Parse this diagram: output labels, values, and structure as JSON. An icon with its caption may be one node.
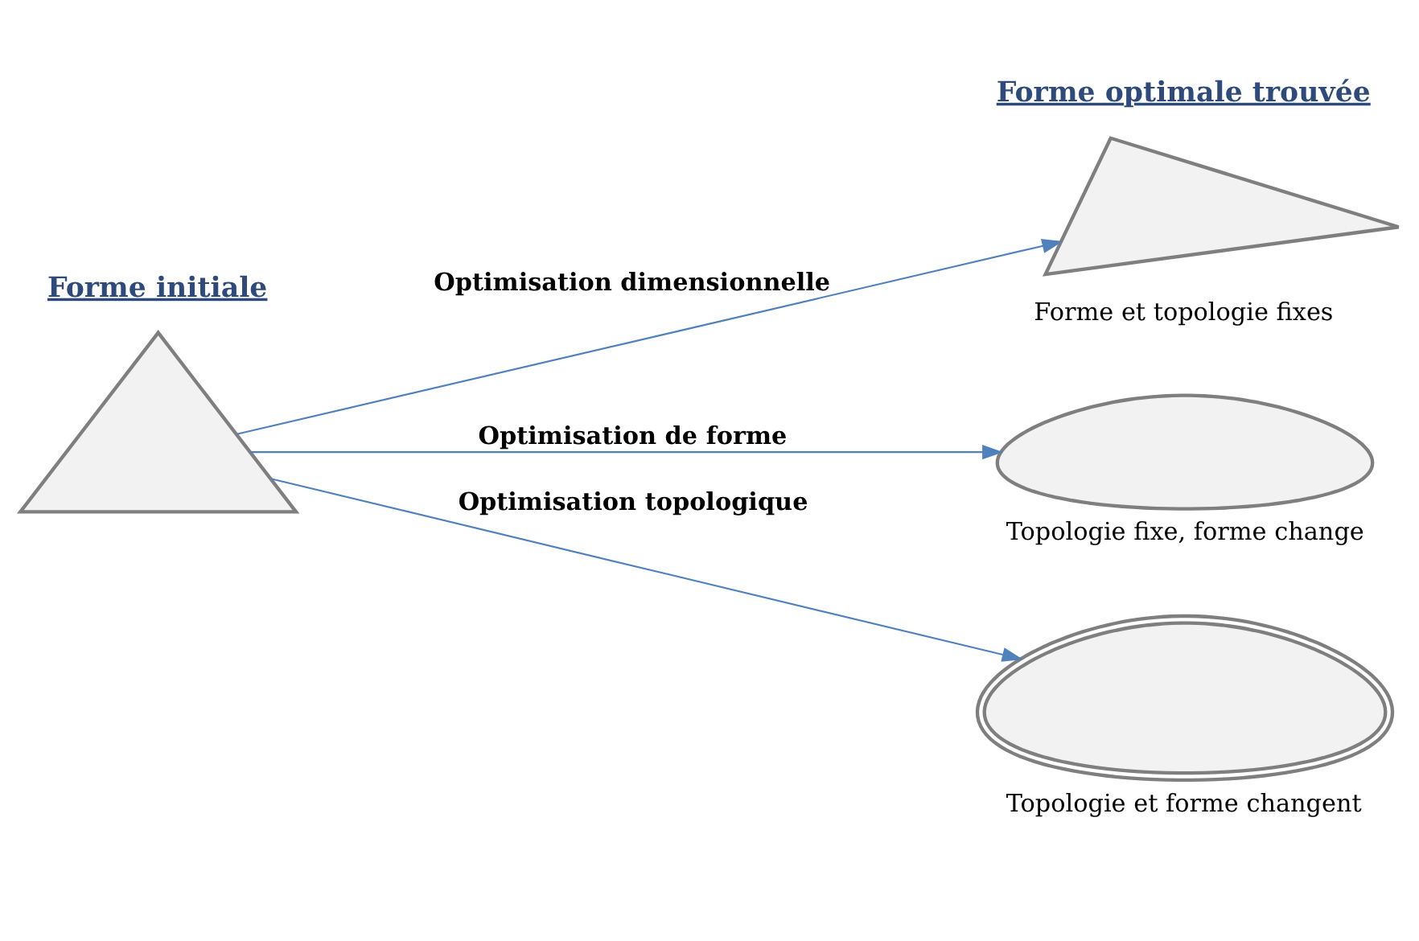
{
  "diagram": {
    "nodes": [
      {
        "text": [],
        "shape": "triangle"
      },
      {
        "text": [],
        "shape": "triangle",
        "beside": [
          "Forme et topologie fixes"
        ]
      },
      {
        "text": [],
        "shape": "blob",
        "beside": [
          "Topologie fixe, forme change"
        ]
      },
      {
        "text": [],
        "shape": "blob",
        "beside": [
          "Topologie et forme changent"
        ]
      }
    ],
    "edges": [
      {
        "from": 0,
        "to": 1,
        "arrow": "to",
        "label": "Optimisation dimensionnelle"
      },
      {
        "from": 0,
        "to": 2,
        "arrow": "to",
        "label": "Optimisation de forme"
      },
      {
        "from": 0,
        "to": 3,
        "arrow": "to",
        "label": "Optimisation topologique"
      }
    ],
    "labels": [
      "Forme initiale",
      "Forme optimale trouvée"
    ]
  }
}
